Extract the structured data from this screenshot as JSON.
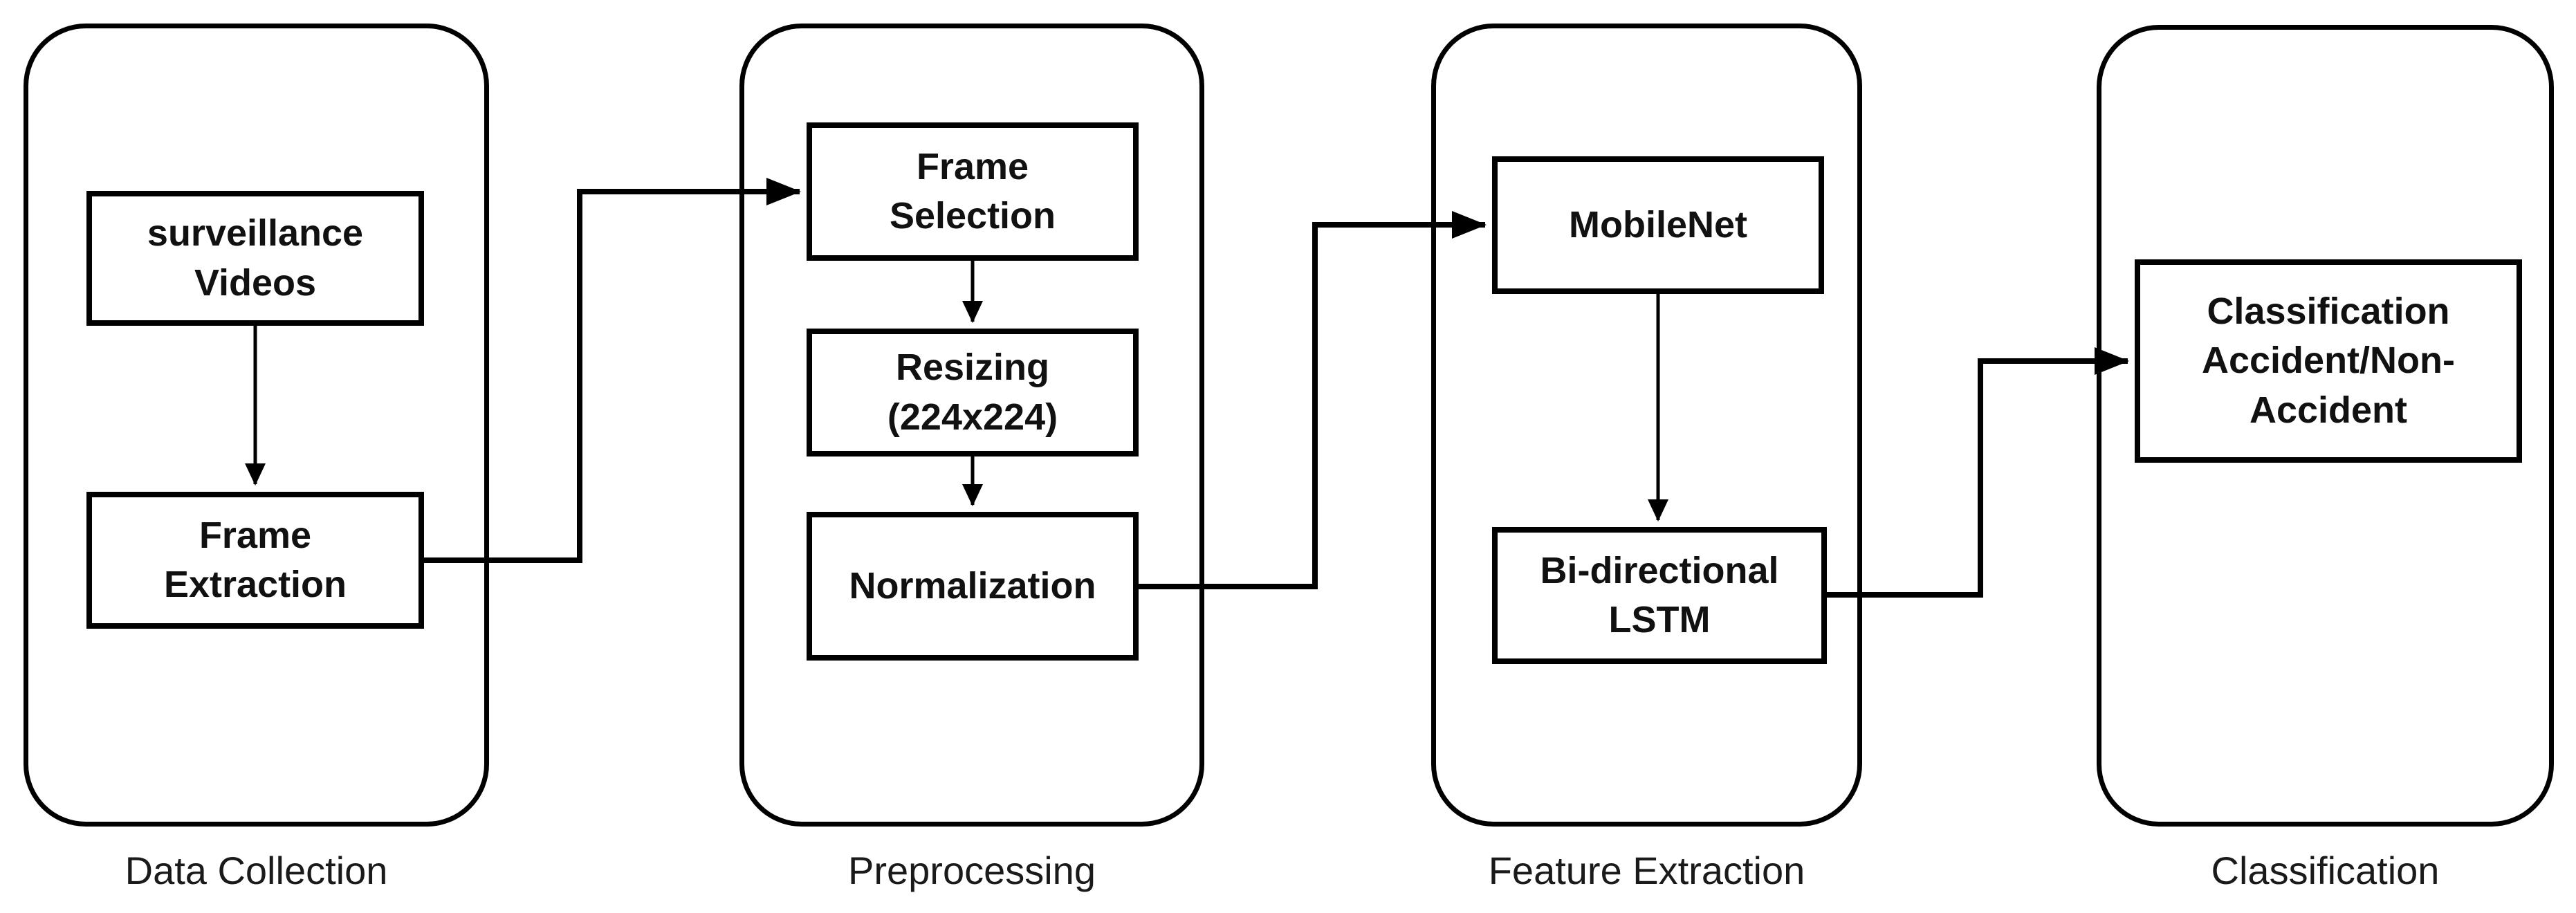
{
  "diagram": {
    "colors": {
      "stroke": "#000000",
      "background": "#ffffff",
      "text": "#111111"
    },
    "stages": [
      {
        "label": "Data Collection",
        "boxes": [
          {
            "text": "surveillance\nVideos"
          },
          {
            "text": "Frame\nExtraction"
          }
        ]
      },
      {
        "label": "Preprocessing",
        "boxes": [
          {
            "text": "Frame\nSelection"
          },
          {
            "text": "Resizing\n(224x224)"
          },
          {
            "text": "Normalization"
          }
        ]
      },
      {
        "label": "Feature Extraction",
        "boxes": [
          {
            "text": "MobileNet"
          },
          {
            "text": "Bi-directional\nLSTM"
          }
        ]
      },
      {
        "label": "Classification",
        "boxes": [
          {
            "text": "Classification\nAccident/Non-\nAccident"
          }
        ]
      }
    ]
  }
}
